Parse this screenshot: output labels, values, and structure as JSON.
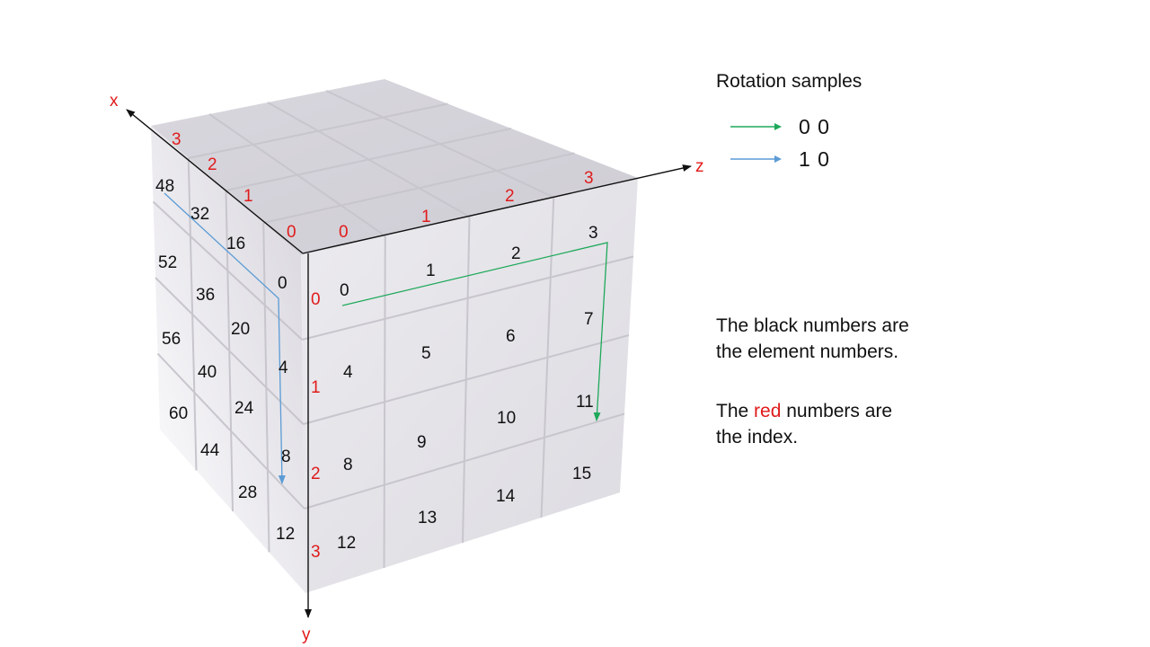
{
  "axes": {
    "x": "x",
    "y": "y",
    "z": "z"
  },
  "top_indices_x": [
    "3",
    "2",
    "1",
    "0"
  ],
  "top_indices_z": [
    "0",
    "1",
    "2",
    "3"
  ],
  "front_row_indices": [
    "0",
    "1",
    "2",
    "3"
  ],
  "front_elements": [
    "0",
    "1",
    "2",
    "3",
    "4",
    "5",
    "6",
    "7",
    "8",
    "9",
    "10",
    "11",
    "12",
    "13",
    "14",
    "15"
  ],
  "side_elements": [
    "48",
    "32",
    "16",
    "0",
    "52",
    "36",
    "20",
    "4",
    "56",
    "40",
    "24",
    "8",
    "60",
    "44",
    "28",
    "12"
  ],
  "legend": {
    "title": "Rotation samples",
    "items": [
      {
        "color": "#1ea85a",
        "value": "0 0"
      },
      {
        "color": "#5b9bd5",
        "value": "1 0"
      }
    ]
  },
  "notes": {
    "black_line1": "The black numbers are",
    "black_line2": "the element numbers.",
    "red_prefix": "The ",
    "red_word": "red",
    "red_suffix": " numbers are",
    "red_line2": "the index."
  }
}
